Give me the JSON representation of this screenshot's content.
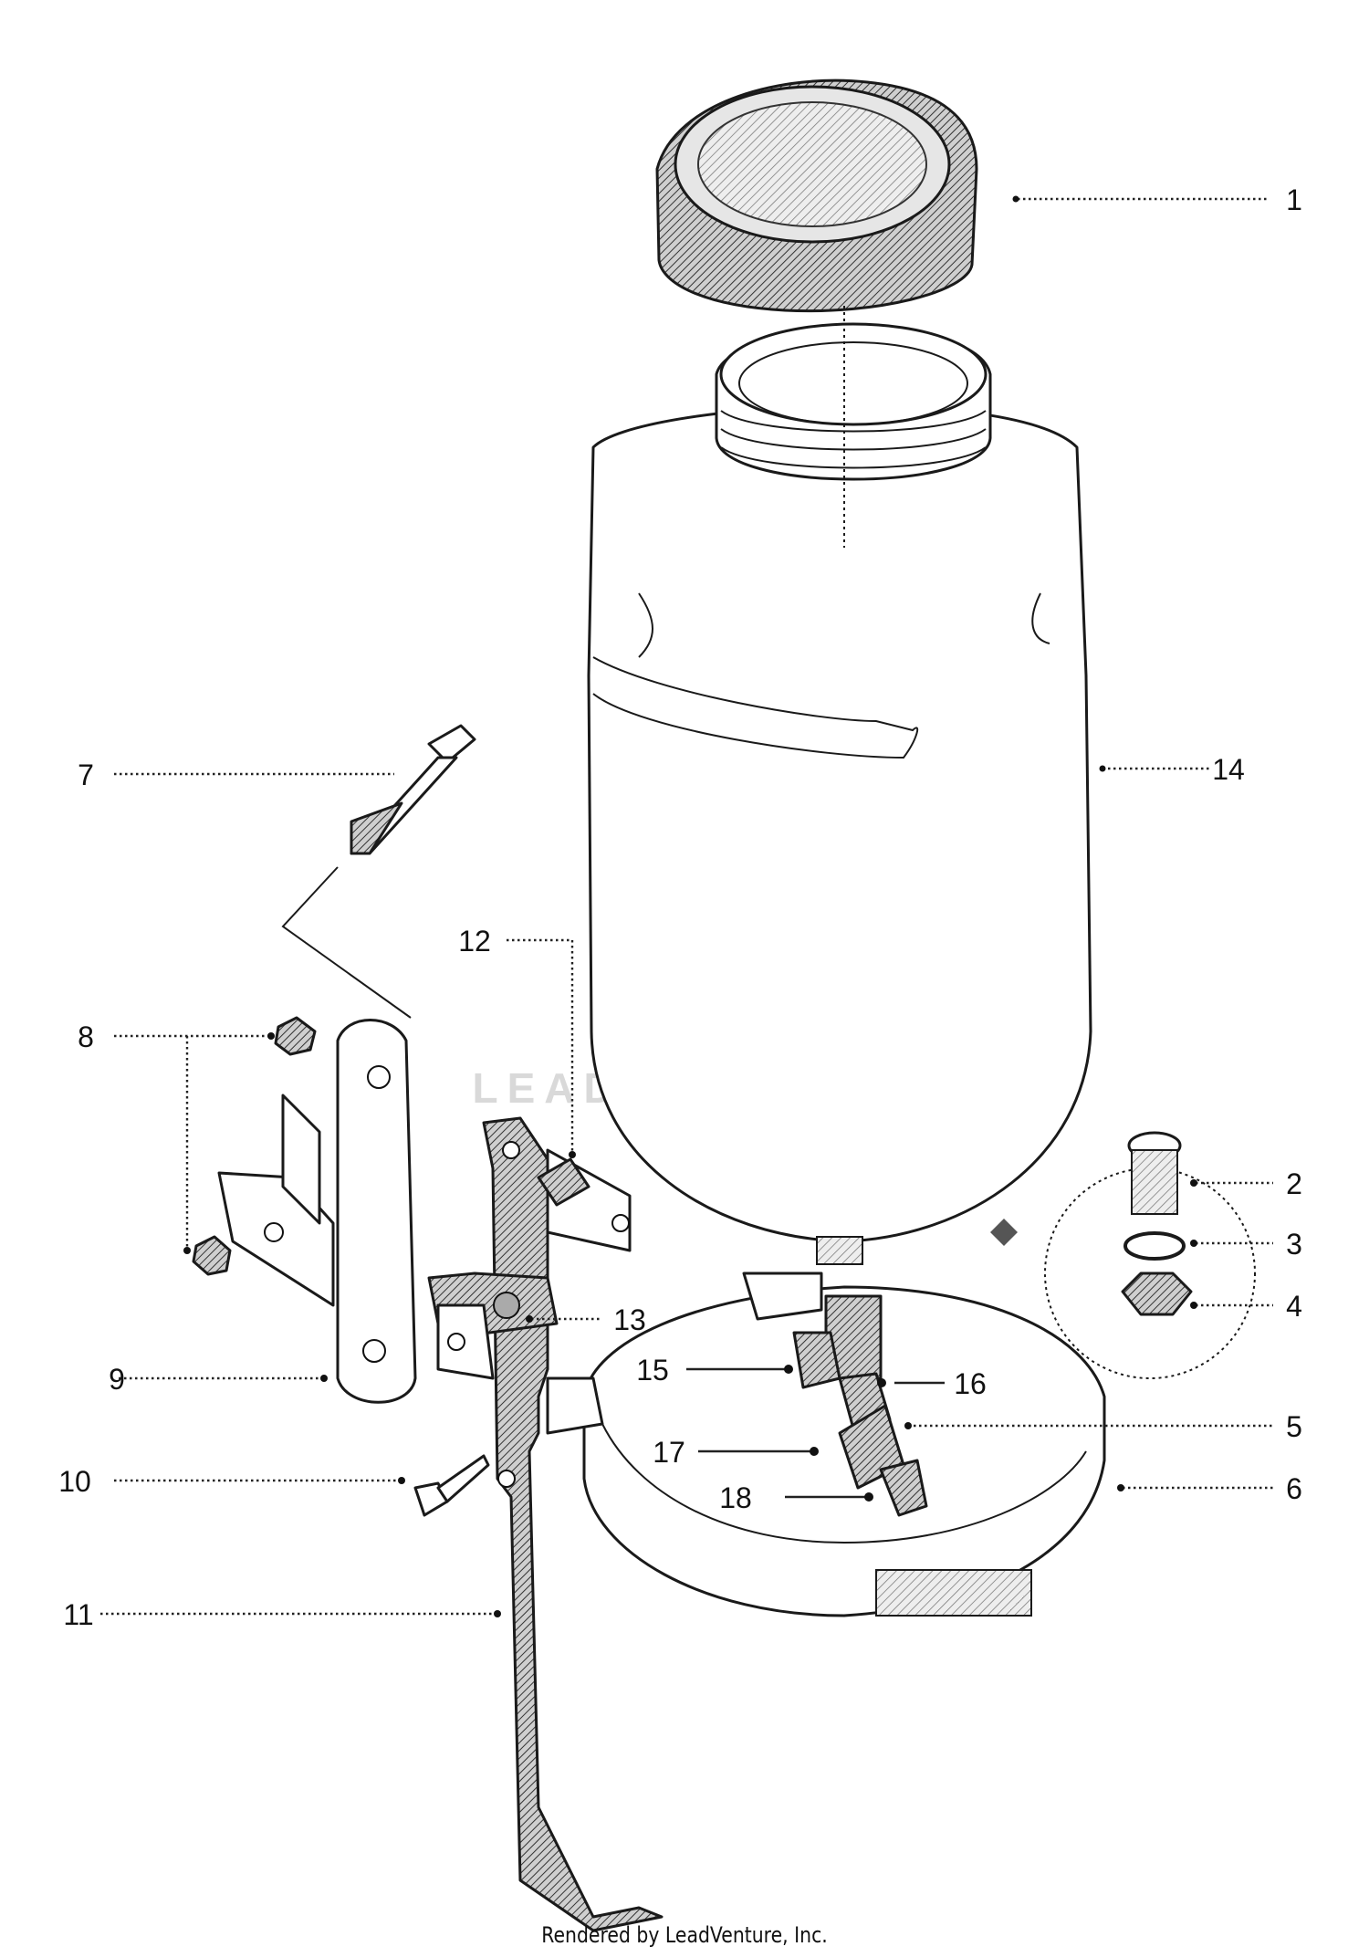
{
  "diagram": {
    "callouts": [
      {
        "number": "1"
      },
      {
        "number": "2"
      },
      {
        "number": "3"
      },
      {
        "number": "4"
      },
      {
        "number": "5"
      },
      {
        "number": "6"
      },
      {
        "number": "7"
      },
      {
        "number": "8"
      },
      {
        "number": "9"
      },
      {
        "number": "10"
      },
      {
        "number": "11"
      },
      {
        "number": "12"
      },
      {
        "number": "13"
      },
      {
        "number": "14"
      },
      {
        "number": "15"
      },
      {
        "number": "16"
      },
      {
        "number": "17"
      },
      {
        "number": "18"
      }
    ],
    "watermark": "LEADVENTURE",
    "footer": "Rendered by LeadVenture, Inc."
  },
  "colors": {
    "line": "#1a1a1a",
    "watermark": "#d9d9d9",
    "background": "#ffffff"
  }
}
